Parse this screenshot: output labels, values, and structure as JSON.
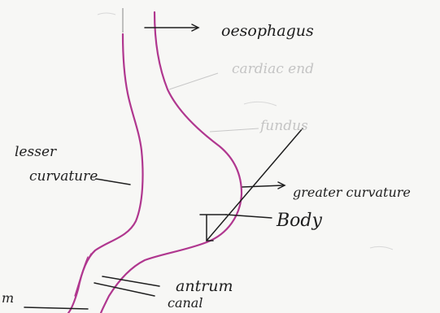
{
  "labels": {
    "oesophagus": "oesophagus",
    "cardiac_end": "cardiac end",
    "fundus": "fundus",
    "lesser_curvature_line1": "lesser",
    "lesser_curvature_line2": "curvature",
    "greater_curvature": "greater curvature",
    "body": "Body",
    "antrum": "antrum",
    "canal": "canal",
    "pylorum_fragment": "m"
  },
  "colors": {
    "paper": "#f7f7f5",
    "stomach_outline": "#b0378f",
    "pen": "#1e1e1e",
    "faded": "#c4c4c4"
  }
}
